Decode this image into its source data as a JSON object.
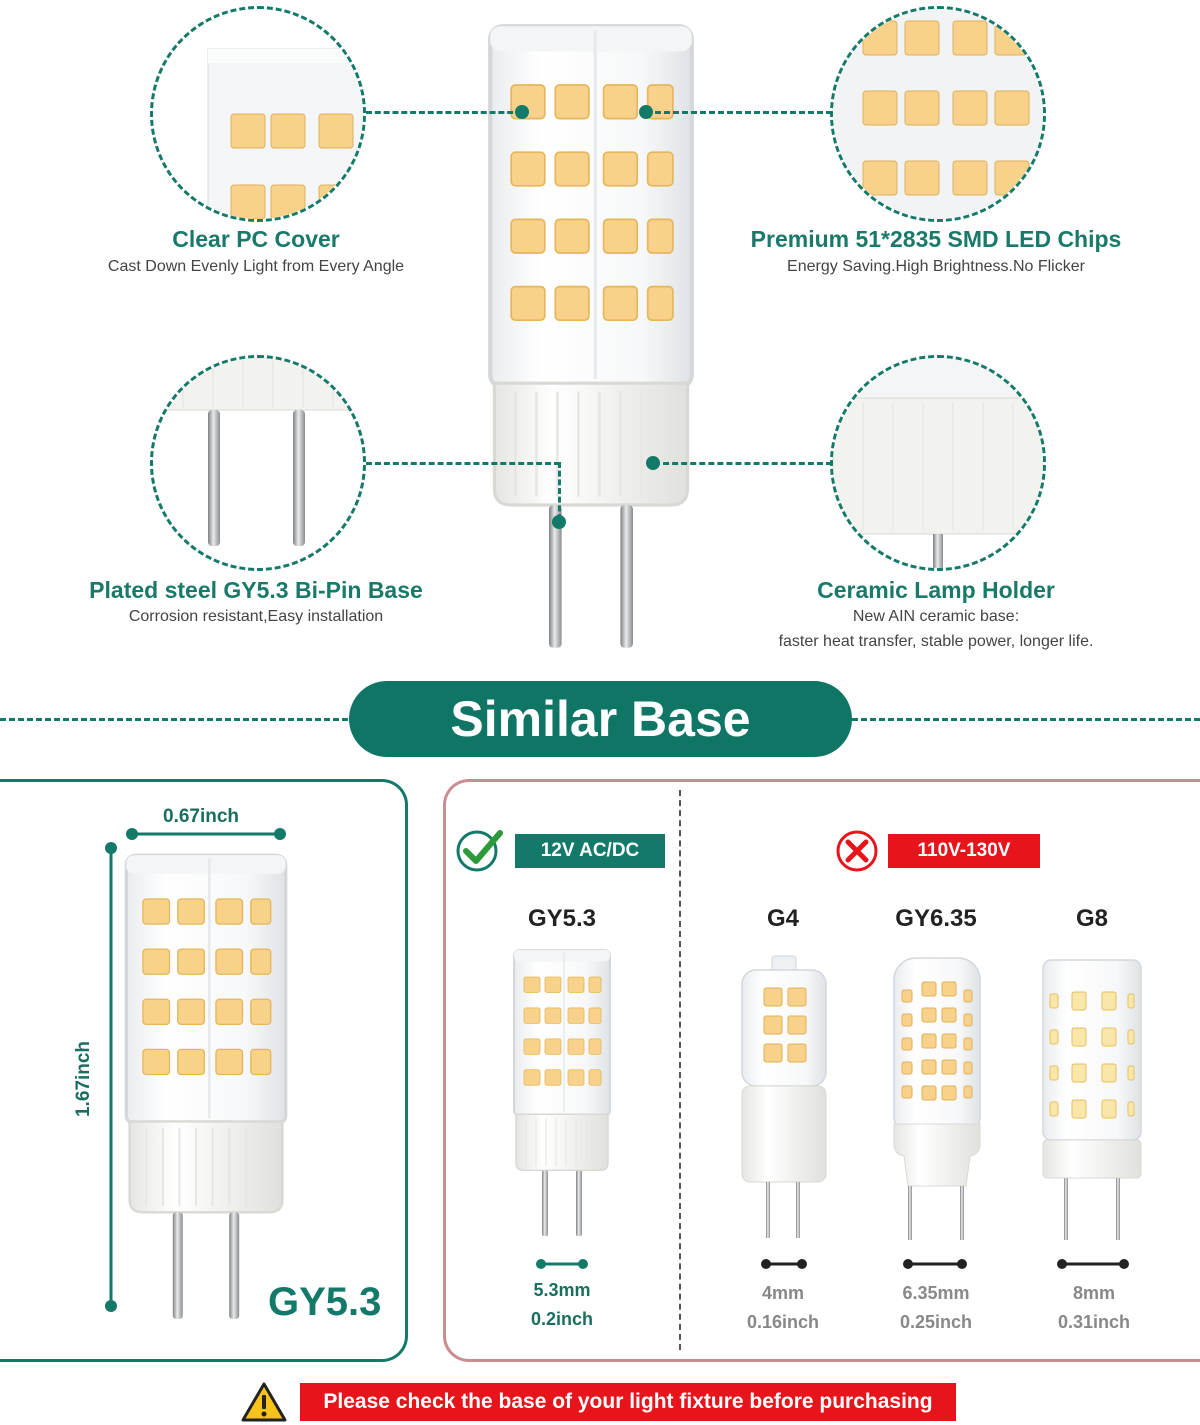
{
  "features": {
    "clear_cover": {
      "title": "Clear PC Cover",
      "subtitle": "Cast Down Evenly Light from Every Angle"
    },
    "led_chips": {
      "title": "Premium 51*2835 SMD LED Chips",
      "subtitle": "Energy Saving.High Brightness.No Flicker"
    },
    "pin_base": {
      "title": "Plated steel GY5.3 Bi-Pin Base",
      "subtitle": "Corrosion resistant,Easy installation"
    },
    "lamp_holder": {
      "title": "Ceramic Lamp Holder",
      "subtitle_line1": "New AIN ceramic base:",
      "subtitle_line2": "faster heat transfer, stable power, longer life."
    }
  },
  "banner": {
    "title": "Similar Base"
  },
  "dimensions": {
    "width": "0.67inch",
    "height": "1.67inch",
    "base_label": "GY5.3"
  },
  "compatible": {
    "voltage": "12V AC/DC",
    "base": {
      "name": "GY5.3",
      "size_mm": "5.3mm",
      "size_inch": "0.2inch"
    }
  },
  "incompatible": {
    "voltage": "110V-130V",
    "bases": [
      {
        "name": "G4",
        "size_mm": "4mm",
        "size_inch": "0.16inch"
      },
      {
        "name": "GY6.35",
        "size_mm": "6.35mm",
        "size_inch": "0.25inch"
      },
      {
        "name": "G8",
        "size_mm": "8mm",
        "size_inch": "0.31inch"
      }
    ]
  },
  "warning": {
    "text": "Please check the base of your light fixture before purchasing"
  },
  "colors": {
    "teal": "#137a6a",
    "red": "#e8141c",
    "led": "#f9d98c"
  }
}
